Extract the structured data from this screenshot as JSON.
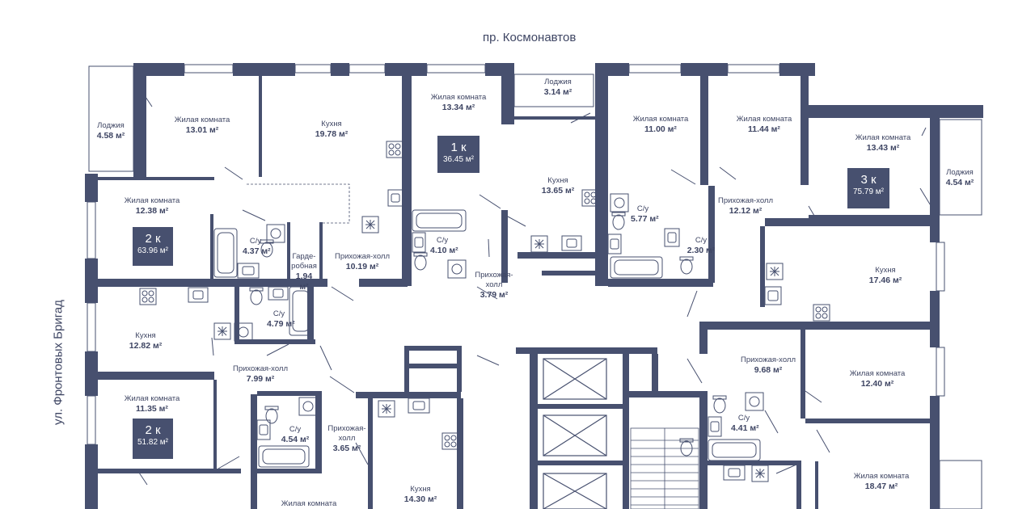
{
  "streets": {
    "top": "пр. Космонавтов",
    "left": "ул. Фронтовых Бригад"
  },
  "units": [
    {
      "type": "2 к",
      "area": "63.96 м²"
    },
    {
      "type": "1 к",
      "area": "36.45 м²"
    },
    {
      "type": "3 к",
      "area": "75.79 м²"
    },
    {
      "type": "2 к",
      "area": "51.82 м²"
    }
  ],
  "rooms": [
    {
      "name": "Лоджия",
      "area": "4.58 м²"
    },
    {
      "name": "Жилая комната",
      "area": "13.01 м²"
    },
    {
      "name": "Кухня",
      "area": "19.78 м²"
    },
    {
      "name": "Жилая комната",
      "area": "13.34 м²"
    },
    {
      "name": "Лоджия",
      "area": "3.14 м²"
    },
    {
      "name": "Жилая комната",
      "area": "11.00 м²"
    },
    {
      "name": "Жилая комната",
      "area": "11.44 м²"
    },
    {
      "name": "Жилая комната",
      "area": "13.43 м²"
    },
    {
      "name": "Лоджия",
      "area": "4.54 м²"
    },
    {
      "name": "Жилая комната",
      "area": "12.38 м²"
    },
    {
      "name": "Кухня",
      "area": "13.65 м²"
    },
    {
      "name": "Прихожая-холл",
      "area": "12.12 м²"
    },
    {
      "name": "С/у",
      "area": "5.77 м²"
    },
    {
      "name": "С/у",
      "area": "4.37 м²"
    },
    {
      "name": "Гарде-\nробная",
      "area": "1.94 м²"
    },
    {
      "name": "Прихожая-холл",
      "area": "10.19 м²"
    },
    {
      "name": "С/у",
      "area": "4.10 м²"
    },
    {
      "name": "Прихожая-\nхолл",
      "area": "3.79 м²"
    },
    {
      "name": "С/у",
      "area": "2.30 м²"
    },
    {
      "name": "Кухня",
      "area": "17.46 м²"
    },
    {
      "name": "С/у",
      "area": "4.79 м²"
    },
    {
      "name": "Кухня",
      "area": "12.82 м²"
    },
    {
      "name": "Прихожая-холл",
      "area": "7.99 м²"
    },
    {
      "name": "Прихожая-холл",
      "area": "9.68 м²"
    },
    {
      "name": "Жилая комната",
      "area": "12.40 м²"
    },
    {
      "name": "Жилая комната",
      "area": "11.35 м²"
    },
    {
      "name": "Прихожая-\nхолл",
      "area": "3.65 м²"
    },
    {
      "name": "С/у",
      "area": "4.54 м²"
    },
    {
      "name": "С/у",
      "area": "4.41 м²"
    },
    {
      "name": "Кухня",
      "area": "14.30 м²"
    },
    {
      "name": "Жилая комната",
      "area": "18.47 м²"
    },
    {
      "name": "Жилая комната",
      "area": ""
    }
  ],
  "colors": {
    "wall": "#47506f",
    "text": "#3e4563",
    "fixture": "#47506f",
    "background": "#ffffff"
  }
}
